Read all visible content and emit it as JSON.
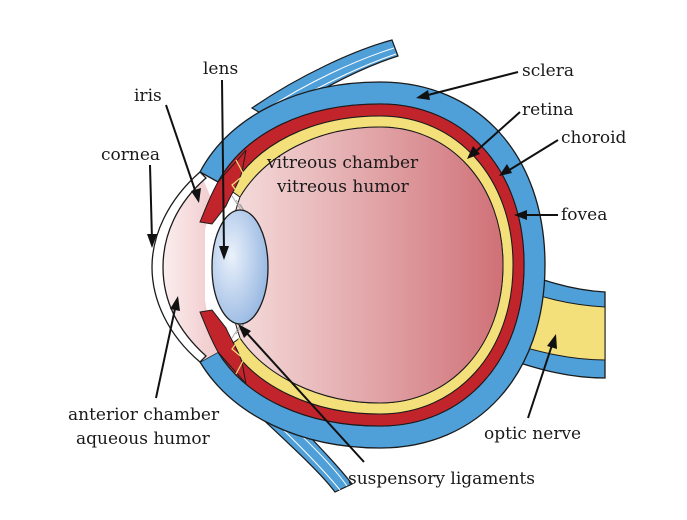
{
  "labels": {
    "lens": "lens",
    "iris": "iris",
    "cornea": "cornea",
    "vitreous_chamber": "vitreous chamber",
    "vitreous_humor": "vitreous humor",
    "sclera": "sclera",
    "retina": "retina",
    "choroid": "choroid",
    "fovea": "fovea",
    "anterior_chamber": "anterior chamber",
    "aqueous_humor": "aqueous humor",
    "optic_nerve": "optic nerve",
    "suspensory_ligaments": "suspensory ligaments"
  },
  "colors": {
    "sclera": "#4f9fd9",
    "choroid": "#c2242c",
    "retina": "#f3e07a",
    "vitreous_light": "#f6dede",
    "vitreous_dark": "#cf7177",
    "lens_light": "#eaf1fb",
    "lens_dark": "#8fb2df",
    "muscle": "#4f9fd9",
    "outline": "#1b1b1b"
  }
}
